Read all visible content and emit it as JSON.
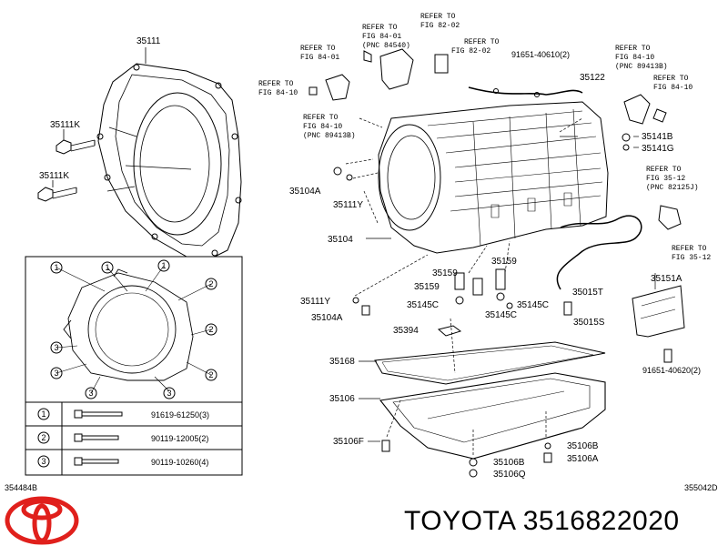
{
  "parts": {
    "p35111": "35111",
    "p35111K": "35111K",
    "p35111K_b": "35111K",
    "p35122": "35122",
    "p35141B": "35141B",
    "p35141G": "35141G",
    "p35104A_top": "35104A",
    "p35111Y_top": "35111Y",
    "p35104": "35104",
    "p35159_a": "35159",
    "p35159_b": "35159",
    "p35159_c": "35159",
    "p35111Y_bot": "35111Y",
    "p35104A_bot": "35104A",
    "p35145C_a": "35145C",
    "p35145C_b": "35145C",
    "p35145C_c": "35145C",
    "p35015T": "35015T",
    "p35015S": "35015S",
    "p35151A": "35151A",
    "p35394": "35394",
    "p35168": "35168",
    "p35106": "35106",
    "p35106F": "35106F",
    "p35106B_a": "35106B",
    "p35106B_b": "35106B",
    "p35106A": "35106A",
    "p35106Q": "35106Q",
    "p91651_40610": "91651-40610(2)",
    "p91651_40620": "91651-40620(2)"
  },
  "refs": {
    "r1": [
      "REFER TO",
      "FIG 84-01",
      "(PNC 84540)"
    ],
    "r2": [
      "REFER TO",
      "FIG 82-02"
    ],
    "r3": [
      "REFER TO",
      "FIG 82-02"
    ],
    "r4": [
      "REFER TO",
      "FIG 84-01"
    ],
    "r5": [
      "REFER TO",
      "FIG 84-10"
    ],
    "r6": [
      "REFER TO",
      "FIG 84-10",
      "(PNC 89413B)"
    ],
    "r7": [
      "REFER TO",
      "FIG 84-10",
      "(PNC 89413B)"
    ],
    "r8": [
      "REFER TO",
      "FIG 84-10"
    ],
    "r9": [
      "REFER TO",
      "FIG 35-12",
      "(PNC 82125J)"
    ],
    "r10": [
      "REFER TO",
      "FIG 35-12"
    ]
  },
  "bolt_table": {
    "rows": [
      {
        "num": "1",
        "part": "91619-61250(3)"
      },
      {
        "num": "2",
        "part": "90119-12005(2)"
      },
      {
        "num": "3",
        "part": "90119-10260(4)"
      }
    ]
  },
  "inset_callouts": [
    "1",
    "1",
    "1",
    "2",
    "2",
    "2",
    "3",
    "3",
    "3",
    "3"
  ],
  "corner_left": "354484B",
  "corner_right": "355042D",
  "brand_text": "TOYOTA 3516822020"
}
